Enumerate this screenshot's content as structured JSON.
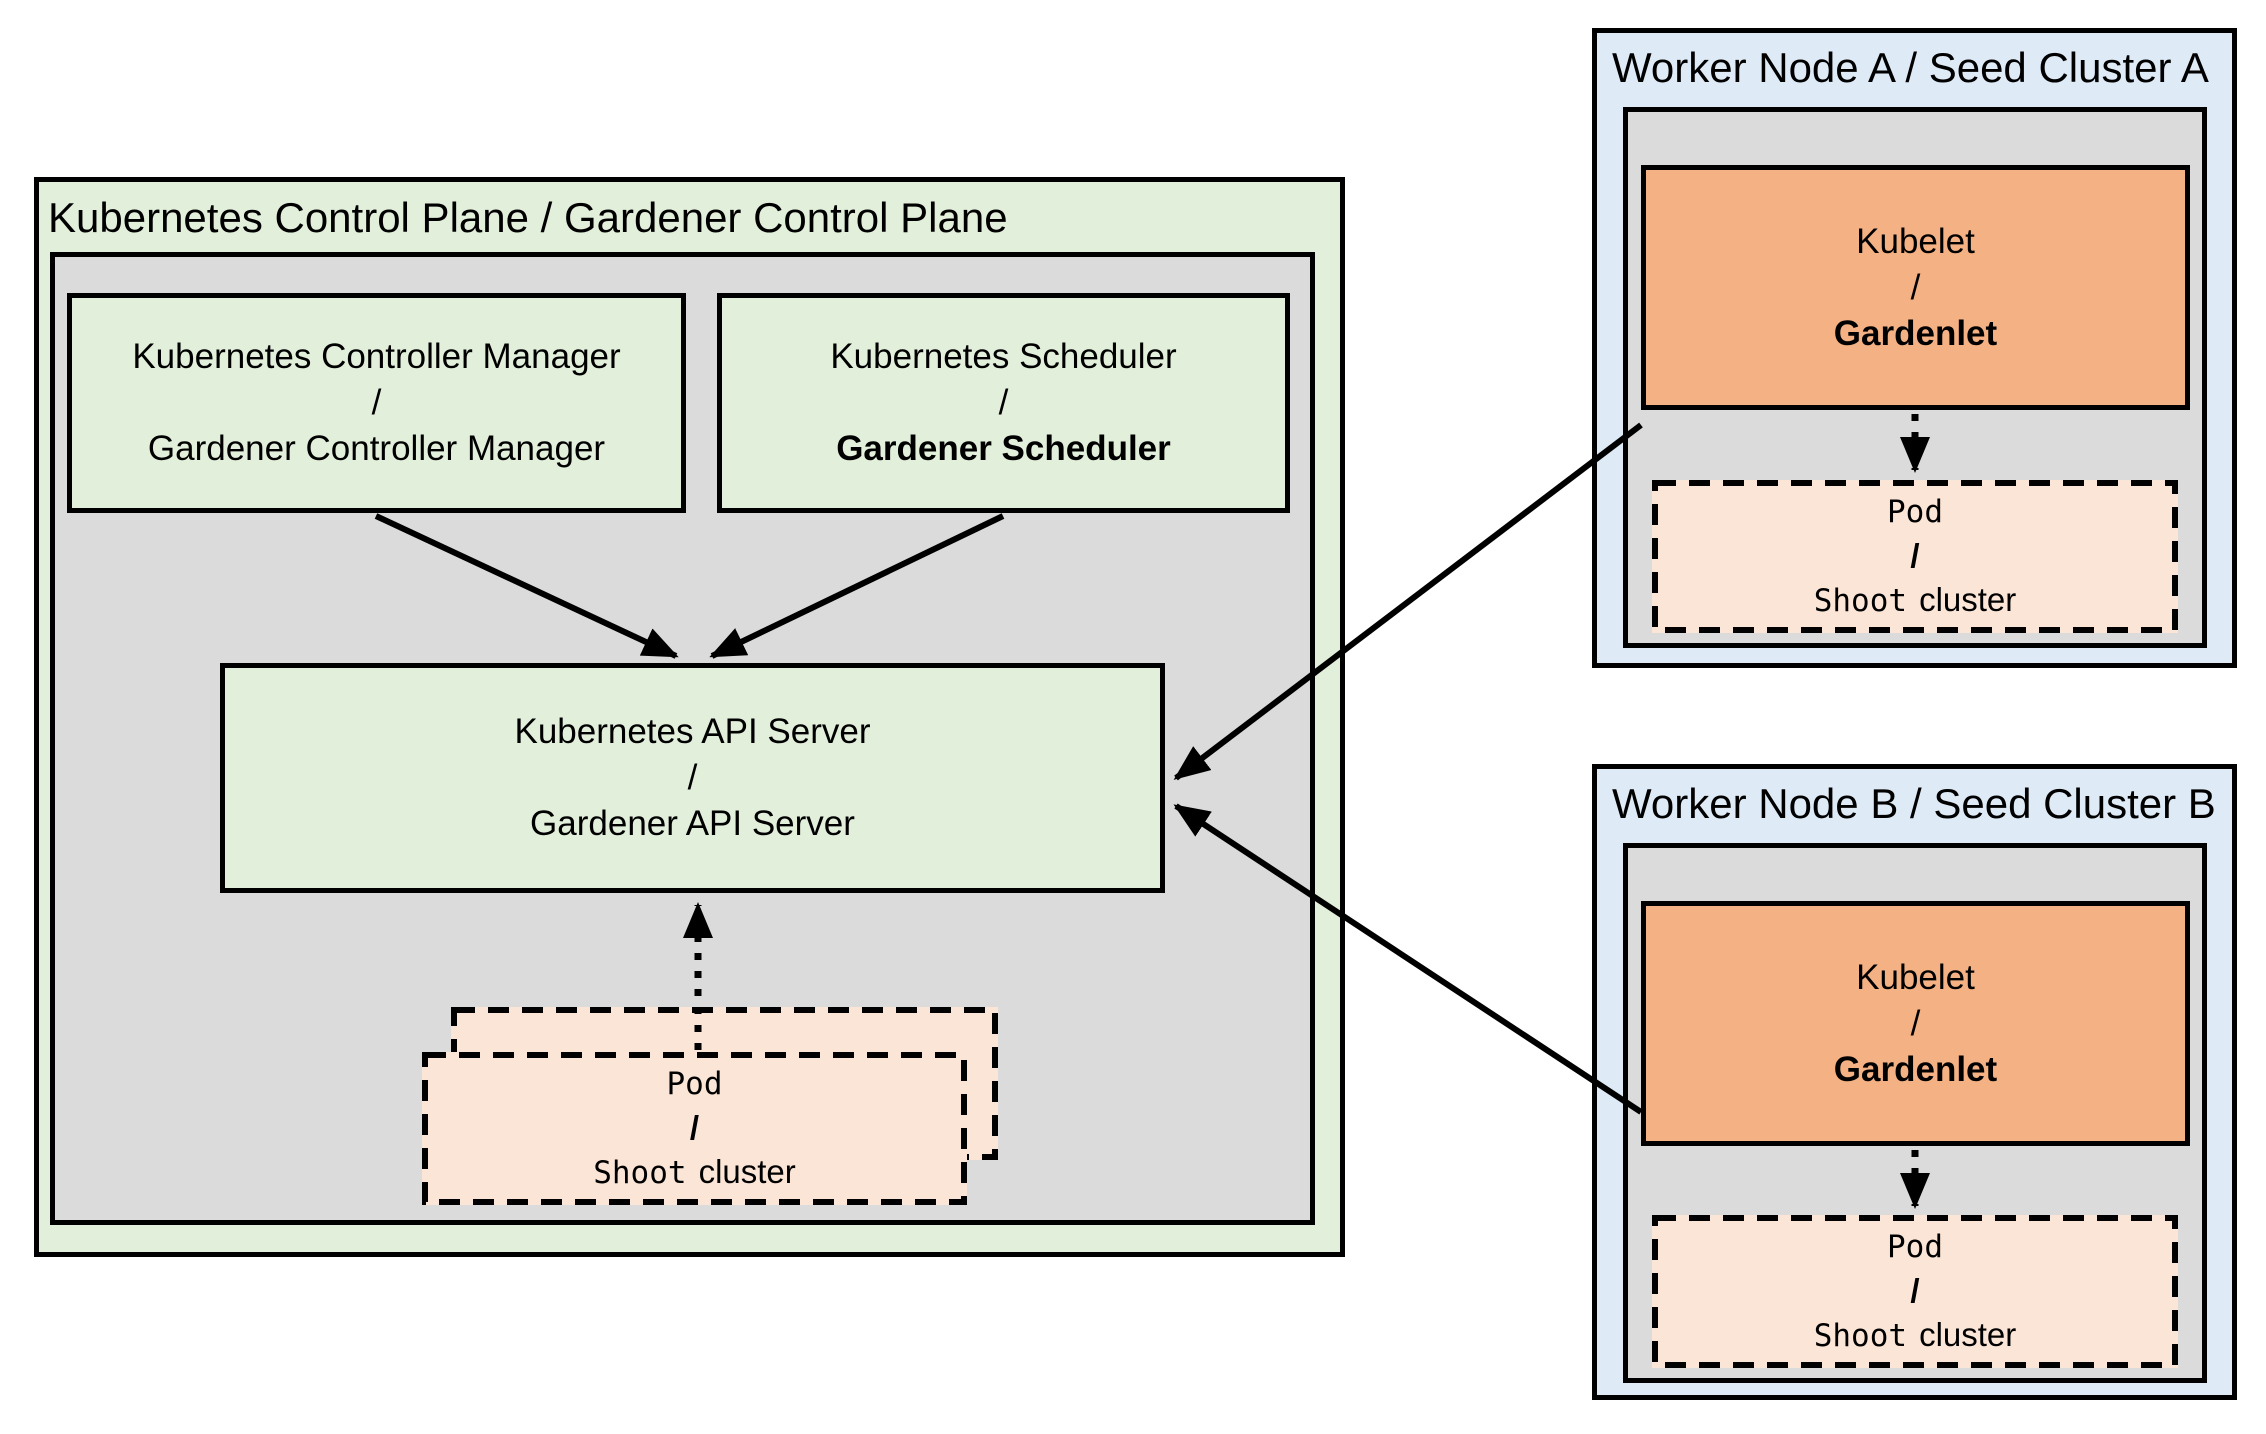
{
  "colors": {
    "green": "#E2EFDA",
    "gray": "#DBDBDB",
    "blue": "#DEEAF6",
    "orange": "#F4B183",
    "peach": "#FBE5D6",
    "line": "#000000",
    "canvas": "#FFFFFF"
  },
  "control_plane": {
    "title": "Kubernetes Control Plane / Gardener Control Plane",
    "controller_manager": {
      "top": "Kubernetes Controller Manager",
      "sep": "/",
      "bottom": "Gardener Controller Manager"
    },
    "scheduler": {
      "top": "Kubernetes Scheduler",
      "sep": "/",
      "bottom": "Gardener Scheduler"
    },
    "api_server": {
      "top": "Kubernetes API Server",
      "sep": "/",
      "bottom": "Gardener API Server"
    },
    "pod_stack": {
      "top": "Pod",
      "sep": "/",
      "bottom_mono": "Shoot",
      "bottom_plain": "cluster"
    }
  },
  "worker_nodes": [
    {
      "id": "A",
      "title": "Worker Node A / Seed Cluster A",
      "kubelet": {
        "top": "Kubelet",
        "sep": "/",
        "bottom": "Gardenlet"
      },
      "pod": {
        "top": "Pod",
        "sep": "/",
        "bottom_mono": "Shoot",
        "bottom_plain": "cluster"
      }
    },
    {
      "id": "B",
      "title": "Worker Node B / Seed Cluster B",
      "kubelet": {
        "top": "Kubelet",
        "sep": "/",
        "bottom": "Gardenlet"
      },
      "pod": {
        "top": "Pod",
        "sep": "/",
        "bottom_mono": "Shoot",
        "bottom_plain": "cluster"
      }
    }
  ]
}
